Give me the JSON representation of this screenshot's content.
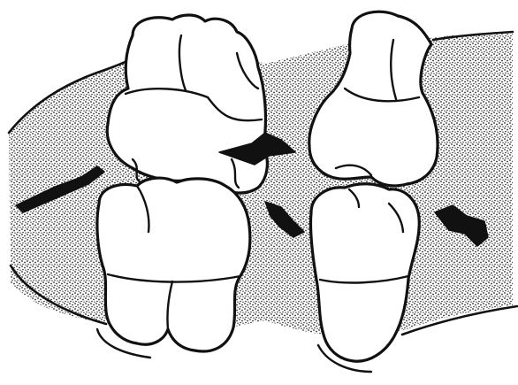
{
  "figure": {
    "style": "black-and-white line drawing with stippled shading",
    "colors": {
      "ink": "#111111",
      "paper": "#ffffff",
      "stipple": "#2a2a2a"
    },
    "texture": "stippled-gum-tissue",
    "teeth_count": 4,
    "arrow_count": 4
  }
}
